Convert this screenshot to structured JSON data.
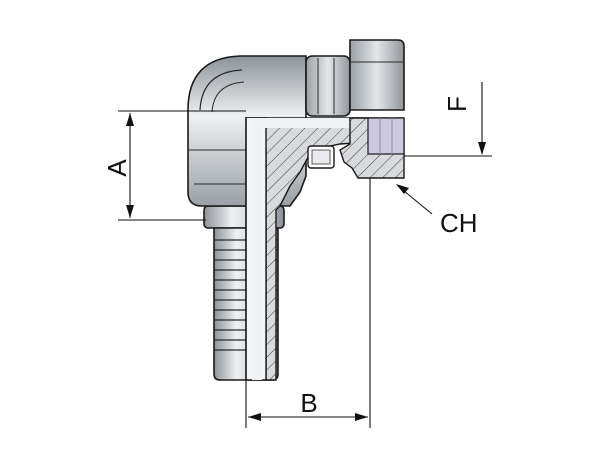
{
  "labels": {
    "a": "A",
    "b": "B",
    "f": "F",
    "ch": "CH"
  },
  "colors": {
    "outline": "#1a1a1a",
    "metal_light": "#e6e8ea",
    "metal_mid": "#b9bdc1",
    "metal_dark": "#7f858b",
    "section": "#d7d9dc",
    "seal": "#c7c3dc"
  }
}
